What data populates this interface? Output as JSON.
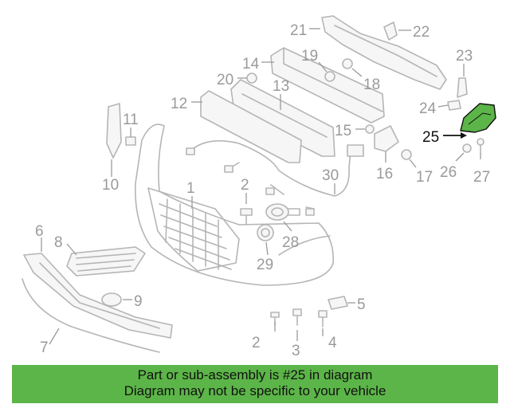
{
  "diagram": {
    "callouts": [
      {
        "id": "1",
        "text": "1"
      },
      {
        "id": "2a",
        "text": "2"
      },
      {
        "id": "2b",
        "text": "2"
      },
      {
        "id": "3",
        "text": "3"
      },
      {
        "id": "4",
        "text": "4"
      },
      {
        "id": "5",
        "text": "5"
      },
      {
        "id": "6",
        "text": "6"
      },
      {
        "id": "7",
        "text": "7"
      },
      {
        "id": "8",
        "text": "8"
      },
      {
        "id": "9",
        "text": "9"
      },
      {
        "id": "10",
        "text": "10"
      },
      {
        "id": "11",
        "text": "11"
      },
      {
        "id": "12",
        "text": "12"
      },
      {
        "id": "13",
        "text": "13"
      },
      {
        "id": "14",
        "text": "14"
      },
      {
        "id": "15",
        "text": "15"
      },
      {
        "id": "16",
        "text": "16"
      },
      {
        "id": "17",
        "text": "17"
      },
      {
        "id": "18",
        "text": "18"
      },
      {
        "id": "19",
        "text": "19"
      },
      {
        "id": "20",
        "text": "20"
      },
      {
        "id": "21",
        "text": "21"
      },
      {
        "id": "22",
        "text": "22"
      },
      {
        "id": "23",
        "text": "23"
      },
      {
        "id": "24",
        "text": "24"
      },
      {
        "id": "25",
        "text": "25"
      },
      {
        "id": "26",
        "text": "26"
      },
      {
        "id": "27",
        "text": "27"
      },
      {
        "id": "28",
        "text": "28"
      },
      {
        "id": "29",
        "text": "29"
      },
      {
        "id": "30",
        "text": "30"
      }
    ],
    "highlighted_part": "25",
    "highlight_color": "#5cb548",
    "line_color": "#b5b5b5"
  },
  "banner": {
    "line1": "Part or sub-assembly is #25 in diagram",
    "line2": "Diagram may not be specific to your vehicle",
    "background": "#5cb548"
  }
}
